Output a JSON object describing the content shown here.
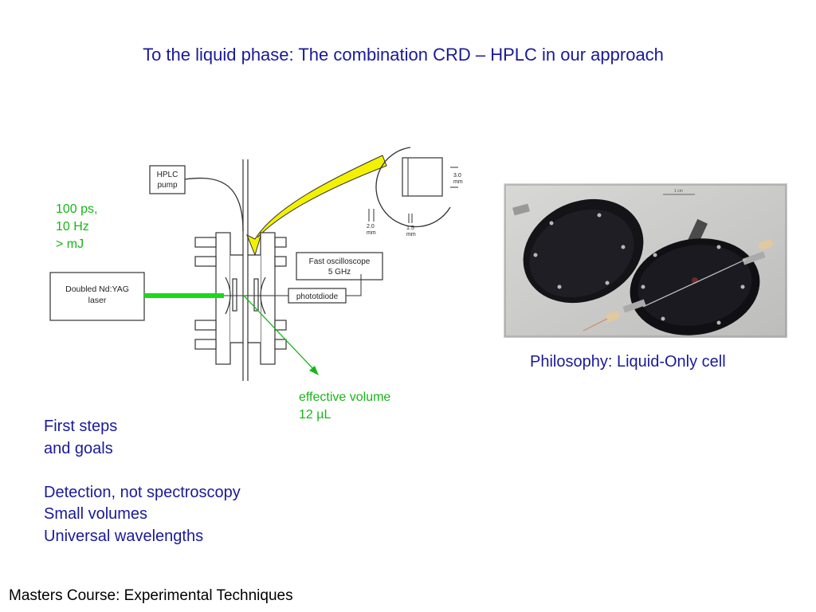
{
  "title": "To the liquid phase: The combination CRD – HPLC in our approach",
  "laser_params": [
    "100 ps,",
    "10 Hz",
    "> mJ"
  ],
  "diagram": {
    "hplc_pump": [
      "HPLC",
      "pump"
    ],
    "laser_box": [
      "Doubled Nd:YAG",
      "laser"
    ],
    "oscilloscope": [
      "Fast oscilloscope",
      "5 GHz"
    ],
    "photodiode": "phototdiode",
    "dim_top": [
      "3.0",
      "mm"
    ],
    "dim_left": [
      "2.0",
      "mm"
    ],
    "dim_right": [
      "1.5",
      "mm"
    ]
  },
  "effective_volume": [
    "effective volume",
    "12 µL"
  ],
  "photo_caption": "Philosophy: Liquid-Only cell",
  "photo_scale": "1 cm",
  "goals_heading": [
    "First steps",
    "and goals"
  ],
  "goals_list": [
    "Detection, not spectroscopy",
    "Small volumes",
    "Universal wavelengths"
  ],
  "footer": "Masters Course: Experimental Techniques",
  "colors": {
    "title": "#1a1a99",
    "green": "#19b519",
    "arrow_yellow": "#f2f200"
  }
}
